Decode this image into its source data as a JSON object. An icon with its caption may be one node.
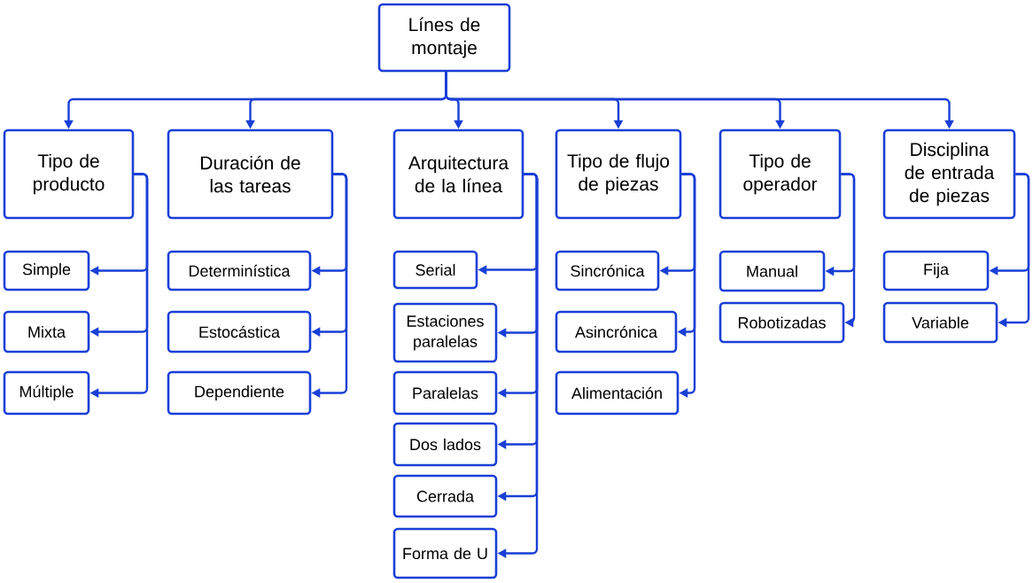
{
  "diagram": {
    "nodes": [
      {
        "text": [
          "Línes de montaje"
        ]
      },
      {
        "text": [
          "Tipo de producto"
        ]
      },
      {
        "text": [
          "Duración de las tareas"
        ]
      },
      {
        "text": [
          "Arquitectura de la línea"
        ]
      },
      {
        "text": [
          "Tipo de flujo de piezas"
        ]
      },
      {
        "text": [
          "Tipo de operador"
        ]
      },
      {
        "text": [
          "Disciplina de entrada de piezas"
        ]
      },
      {
        "text": [
          "Simple"
        ]
      },
      {
        "text": [
          "Mixta"
        ]
      },
      {
        "text": [
          "Múltiple"
        ]
      },
      {
        "text": [
          "Determinística"
        ]
      },
      {
        "text": [
          "Estocástica"
        ]
      },
      {
        "text": [
          "Dependiente"
        ]
      },
      {
        "text": [
          "Serial"
        ]
      },
      {
        "text": [
          "Estaciones paralelas"
        ]
      },
      {
        "text": [
          "Paralelas"
        ]
      },
      {
        "text": [
          "Dos lados"
        ]
      },
      {
        "text": [
          "Cerrada"
        ]
      },
      {
        "text": [
          "Forma de U"
        ]
      },
      {
        "text": [
          "Sincrónica"
        ]
      },
      {
        "text": [
          "Asincrónica"
        ]
      },
      {
        "text": [
          "Alimentación"
        ]
      },
      {
        "text": [
          "Manual"
        ]
      },
      {
        "text": [
          "Robotizadas"
        ]
      },
      {
        "text": [
          "Fija"
        ]
      },
      {
        "text": [
          "Variable"
        ]
      }
    ],
    "edges": [
      {
        "from": 0,
        "to": 1,
        "arrow": "to"
      },
      {
        "from": 0,
        "to": 2,
        "arrow": "to"
      },
      {
        "from": 0,
        "to": 3,
        "arrow": "to"
      },
      {
        "from": 0,
        "to": 4,
        "arrow": "to"
      },
      {
        "from": 0,
        "to": 5,
        "arrow": "to"
      },
      {
        "from": 0,
        "to": 6,
        "arrow": "to"
      },
      {
        "from": 1,
        "to": 7,
        "arrow": "to"
      },
      {
        "from": 1,
        "to": 8,
        "arrow": "to"
      },
      {
        "from": 1,
        "to": 9,
        "arrow": "to"
      },
      {
        "from": 2,
        "to": 10,
        "arrow": "to"
      },
      {
        "from": 2,
        "to": 11,
        "arrow": "to"
      },
      {
        "from": 2,
        "to": 12,
        "arrow": "to"
      },
      {
        "from": 3,
        "to": 13,
        "arrow": "to"
      },
      {
        "from": 3,
        "to": 14,
        "arrow": "to"
      },
      {
        "from": 3,
        "to": 15,
        "arrow": "to"
      },
      {
        "from": 3,
        "to": 16,
        "arrow": "to"
      },
      {
        "from": 3,
        "to": 17,
        "arrow": "to"
      },
      {
        "from": 3,
        "to": 18,
        "arrow": "to"
      },
      {
        "from": 4,
        "to": 19,
        "arrow": "to"
      },
      {
        "from": 4,
        "to": 20,
        "arrow": "to"
      },
      {
        "from": 4,
        "to": 21,
        "arrow": "to"
      },
      {
        "from": 5,
        "to": 22,
        "arrow": "to"
      },
      {
        "from": 5,
        "to": 23,
        "arrow": "to"
      },
      {
        "from": 6,
        "to": 24,
        "arrow": "to"
      },
      {
        "from": 6,
        "to": 25,
        "arrow": "to"
      }
    ]
  }
}
